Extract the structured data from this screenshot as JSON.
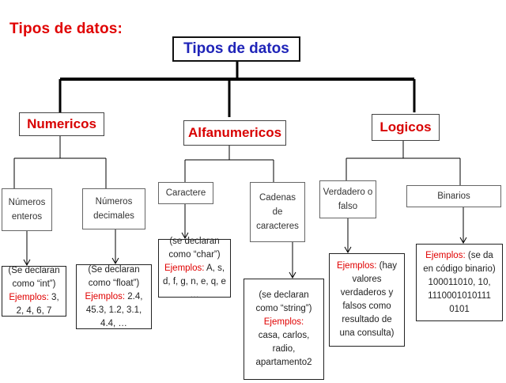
{
  "page_title": "Tipos de datos:",
  "root": {
    "label": "Tipos de datos"
  },
  "categories": [
    {
      "label": "Numericos"
    },
    {
      "label": "Alfanumericos"
    },
    {
      "label": "Logicos"
    }
  ],
  "subtypes": [
    {
      "label": "Números enteros"
    },
    {
      "label": "Números decimales"
    },
    {
      "label": "Caractere"
    },
    {
      "label": "Cadenas de caracteres"
    },
    {
      "label": "Verdadero o falso"
    },
    {
      "label": "Binarios"
    }
  ],
  "examples": [
    {
      "intro": "(Se declaran como “int”)",
      "label": "Ejemplos:",
      "values": "3, 2, 4, 6, 7"
    },
    {
      "intro": "(Se declaran como “float”)",
      "label": "Ejemplos:",
      "values": "2.4, 45.3, 1.2, 3.1, 4.4, …"
    },
    {
      "intro": "(se declaran como “char”)",
      "label": "Ejemplos:",
      "values": "A, s, d, f, g, n, e, q, e …"
    },
    {
      "intro": "(se declaran como “string”)",
      "label": "Ejemplos:",
      "values": "casa, carlos, radio, apartamento2"
    },
    {
      "intro": "",
      "label": "Ejemplos:",
      "values": "(hay valores verdaderos y falsos como resultado de una consulta)"
    },
    {
      "intro": "",
      "label": "Ejemplos:",
      "values": "(se da en código binario) 100011010, 10, 1110001010111 0101"
    }
  ],
  "colors": {
    "title": "#e00000",
    "root_text": "#1f24b8",
    "category_text": "#d80000",
    "example_label": "#e00000"
  }
}
